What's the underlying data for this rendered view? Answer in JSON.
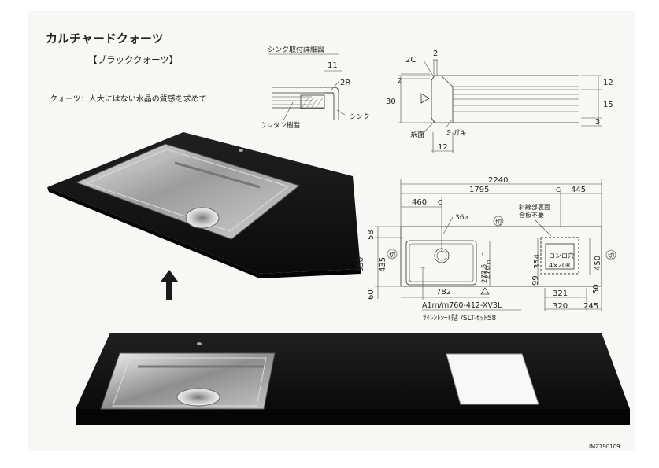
{
  "header": {
    "title": "カルチャードクォーツ",
    "subtitle": "【ブラッククォーツ】",
    "tagline": "クォーツ：人大にはない水晶の質感を求めて"
  },
  "sink_detail": {
    "title": "シンク取付詳細図",
    "dim_11": "11",
    "dim_2r": "2R",
    "label_urethane": "ウレタン樹脂",
    "label_sink": "シンク"
  },
  "edge_detail": {
    "dim_2": "2",
    "dim_2c": "2C",
    "dim_2_side": "2",
    "dim_30": "30",
    "dim_12_right": "12",
    "dim_15": "15",
    "dim_3": "3",
    "label_itomen": "糸面",
    "label_migaki": "ミガキ",
    "dim_12_bottom": "12"
  },
  "plan": {
    "dim_2240": "2240",
    "dim_1795": "1795",
    "c1": "C",
    "dim_445": "445",
    "dim_460": "460",
    "c2": "C",
    "dim_36": "36ø",
    "cut": "切",
    "note_line1": "斜線部裏面",
    "note_line2": "合板不要",
    "dim_58": "58",
    "dim_650": "650",
    "dim_435": "435",
    "c3": "C",
    "dim_276": "276",
    "c4": "C",
    "dim_2775": "277.5",
    "dim_354": "354",
    "dim_99": "99",
    "konro_line1": "コンロ穴",
    "konro_line2": "4×20R",
    "dim_450": "450",
    "dim_60": "60",
    "dim_782": "782",
    "dim_50": "50",
    "dim_321": "321",
    "dim_320": "320",
    "dim_245": "245",
    "model_label": "A1m/m760-412-XV3L",
    "sealant_label": "ｻｲﾚﾝﾄｼｰﾄ貼 /SLT-ｾｯﾄ58"
  },
  "footer": {
    "code": "IMZ190109"
  },
  "colors": {
    "countertop": "#141414",
    "sink_steel": "#a3a3a3",
    "line": "#333333"
  }
}
